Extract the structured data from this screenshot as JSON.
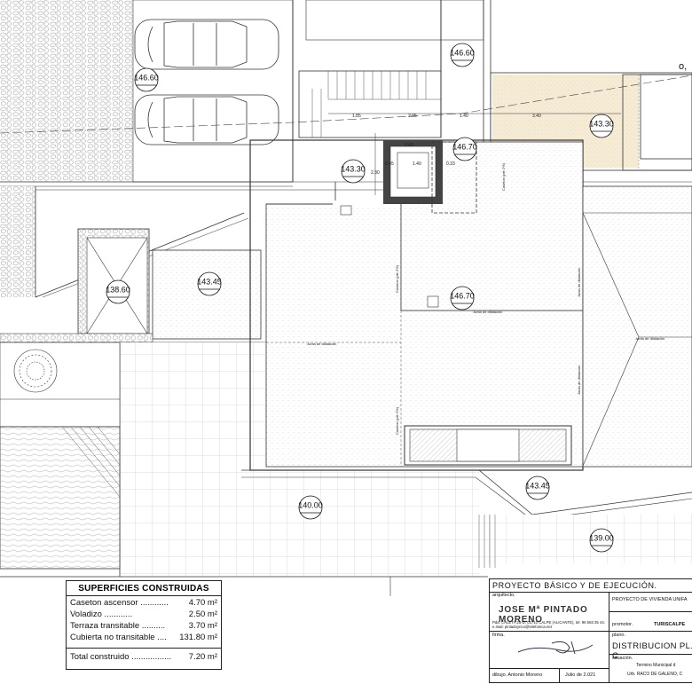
{
  "drawing": {
    "levels": [
      "146.60",
      "146.60",
      "143.30",
      "143.30",
      "146.70",
      "143.45",
      "138.60",
      "146.70",
      "140.00",
      "143.45",
      "139.00"
    ],
    "dimensions": [
      "1.85",
      "2.05",
      "1.40",
      "3.40",
      "1.40",
      "0.33",
      "0.45",
      "2.30",
      "0.40"
    ],
    "annotations": {
      "joint_a": "Junta de dilatación",
      "joint_b": "Junta de dilatación",
      "joint_c": "Junta de dilatación",
      "slope_a": "Caseton (pte 2%)",
      "slope_b": "Caseton (pte 2%)",
      "slope_c": "Caseton (pte 2%)",
      "slope_d": "Junta de dilatación",
      "slope_e": "Junta de dilatación"
    }
  },
  "areas": {
    "title": "SUPERFICIES CONSTRUIDAS",
    "rows": [
      {
        "label": "Caseton ascensor ............",
        "value": "4.70 m²"
      },
      {
        "label": "Voladizo             ............",
        "value": "2.50 m²"
      },
      {
        "label": "Terraza transitable ..........",
        "value": "3.70 m²"
      },
      {
        "label": "Cubierta no transitable ....",
        "value": "131.80 m²"
      }
    ],
    "total_label": "Total construido .................",
    "total_value": "7.20 m²"
  },
  "title_block": {
    "header": "PROYECTO BÁSICO Y DE EJECUCIÓN.",
    "architect_label": "arquitecto.",
    "architect": "JOSE Mª PINTADO MORENO",
    "address": "Pda. CALETA 25-D; 03710 CALPE (ALICANTE), tel: 96 583 35 44.",
    "email": "e.mail: pintadoyrico@telefonica.net",
    "signature_label": "firma.",
    "drawn_by": "dibujo. Antonio Moreno",
    "date": "Julio de 2.021",
    "project": "PROYECTO DE VIVIENDA UNIFA",
    "promoter_label": "promotor.",
    "promoter": "TURISCALPE",
    "plan_label": "plano.",
    "plan_title": "DISTRIBUCION PL. C",
    "situation_label": "situación.",
    "situation_1": "Termino Municipal d",
    "situation_2": "Urb. RACO DE GALENO, C"
  }
}
